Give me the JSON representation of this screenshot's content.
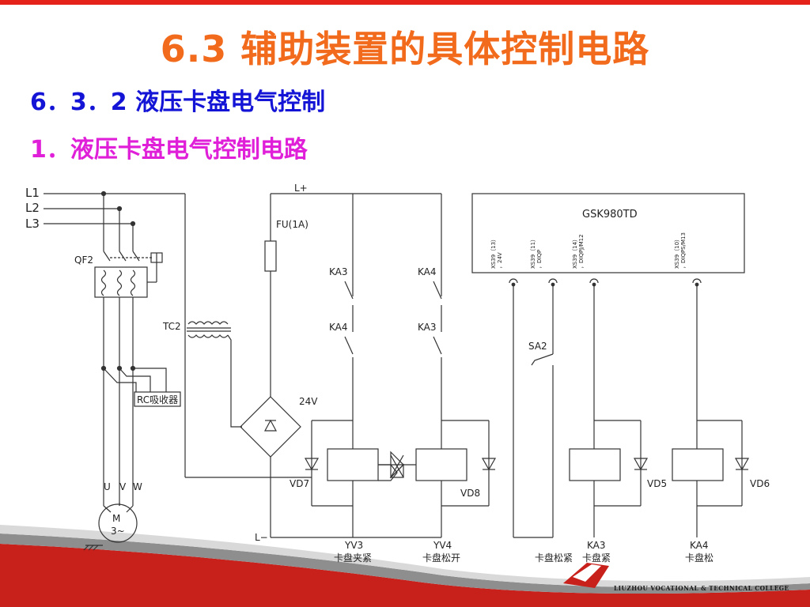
{
  "slide": {
    "title": "6.3 辅助装置的具体控制电路",
    "subtitle": "6．3．2 液压卡盘电气控制",
    "section": "1．液压卡盘电气控制电路"
  },
  "diagram": {
    "phases": [
      "L1",
      "L2",
      "L3"
    ],
    "breaker": "QF2",
    "transformer": "TC2",
    "rc_absorber": "RC吸收器",
    "motor_terminals": [
      "U",
      "V",
      "W"
    ],
    "motor_label": "M",
    "motor_sub": "3~",
    "l_plus": "L+",
    "l_minus": "L−",
    "fuse": "FU(1A)",
    "voltage": "24V",
    "contacts": [
      "KA3",
      "KA4",
      "KA4",
      "KA3"
    ],
    "diodes": [
      "VD7",
      "VD8",
      "VD5",
      "VD6"
    ],
    "valves": [
      {
        "code": "YV3",
        "desc": "卡盘夹紧"
      },
      {
        "code": "YV4",
        "desc": "卡盘松开"
      }
    ],
    "controller": "GSK980TD",
    "pins": [
      "XS39（13）",
      "，24V",
      "XS39（11）",
      "，DIQP",
      "XS39（14）",
      "，DIQPJ/M12",
      "XS39（10）",
      "，DIQPS/M13"
    ],
    "switch": "SA2",
    "bottom_labels": [
      {
        "code": "",
        "desc": "卡盘松紧"
      },
      {
        "code": "KA3",
        "desc": "卡盘紧"
      },
      {
        "code": "KA4",
        "desc": "卡盘松"
      }
    ]
  },
  "footer": {
    "college": "LIUZHOU VOCATIONAL & TECHNICAL COLLEGE",
    "accent": "#c8201b"
  }
}
